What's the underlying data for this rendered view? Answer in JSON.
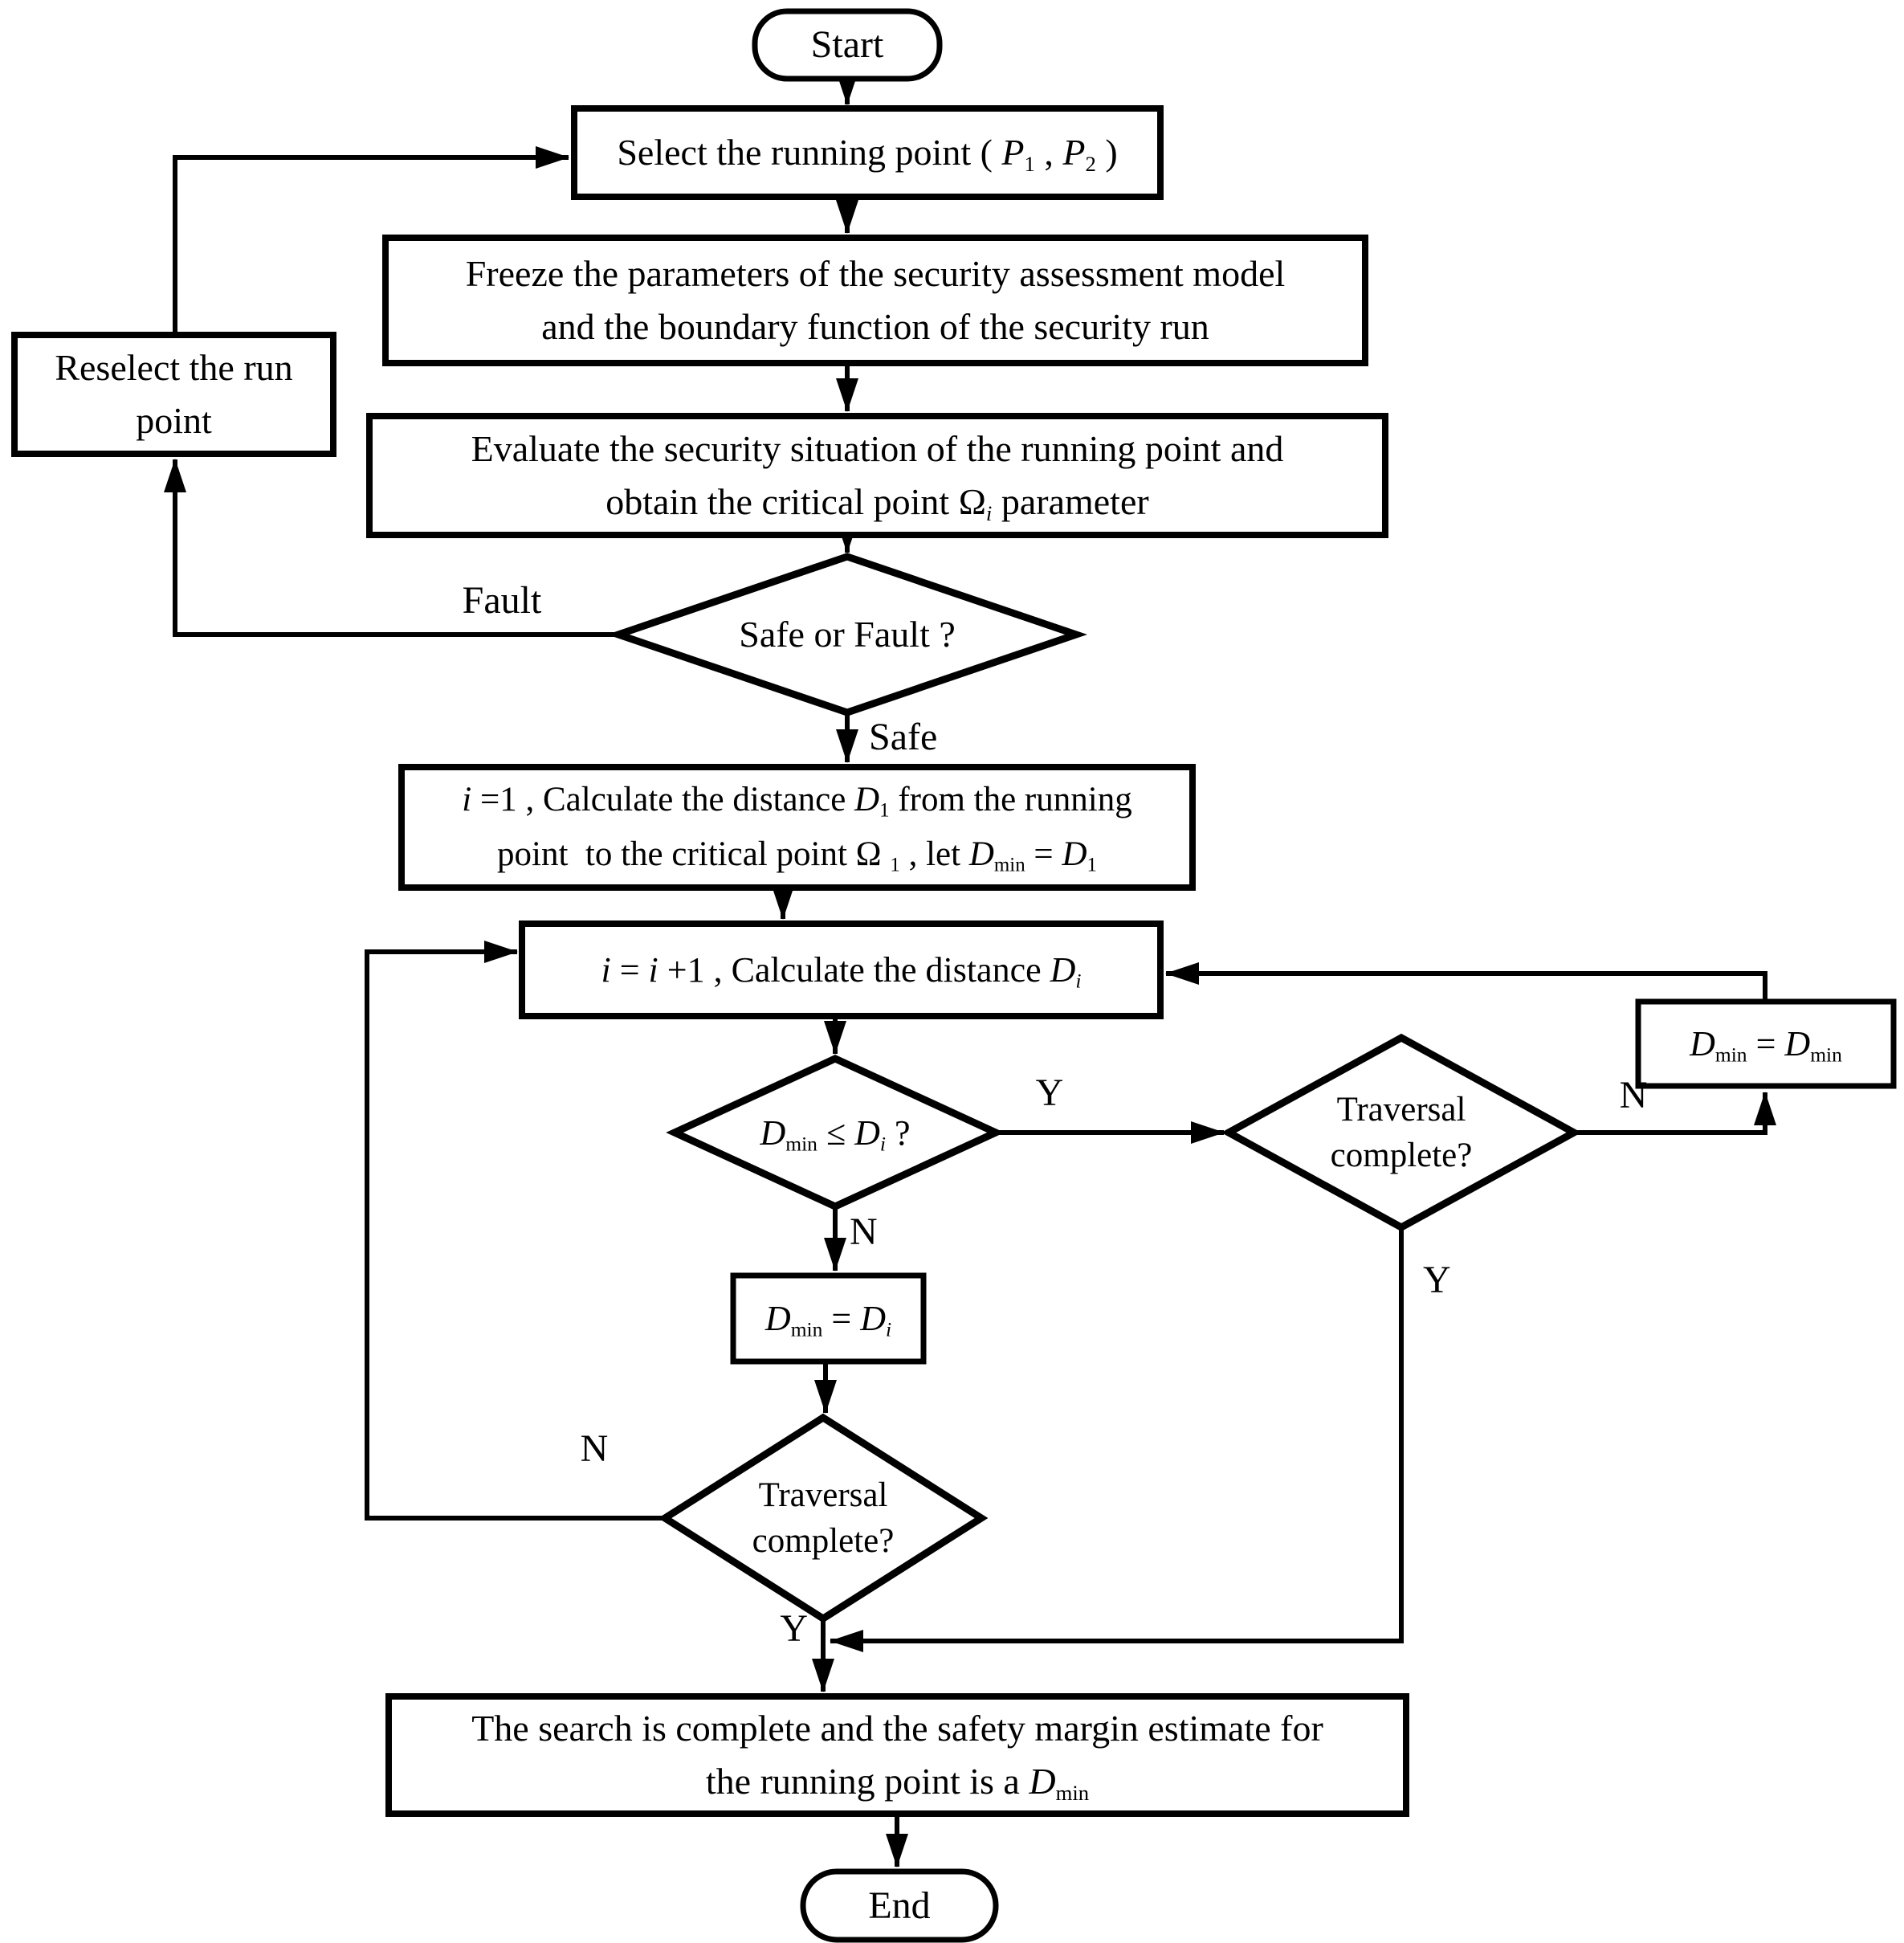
{
  "figure": {
    "type": "flowchart",
    "background": "#ffffff",
    "stroke_color": "#000000",
    "nodes": {
      "start": {
        "shape": "terminator",
        "lines": [
          [
            {
              "t": "Start"
            }
          ]
        ]
      },
      "select": {
        "shape": "process",
        "lines": [
          [
            {
              "t": "Select the running point ( "
            },
            {
              "t": "P",
              "i": true
            },
            {
              "t": "1",
              "s": true
            },
            {
              "t": " , "
            },
            {
              "t": "P",
              "i": true
            },
            {
              "t": "2",
              "s": true
            },
            {
              "t": " )"
            }
          ]
        ]
      },
      "freeze": {
        "shape": "process",
        "lines": [
          [
            {
              "t": "Freeze the parameters of the security assessment model"
            }
          ],
          [
            {
              "t": "and the boundary function of the security run"
            }
          ]
        ]
      },
      "reselect": {
        "shape": "process",
        "lines": [
          [
            {
              "t": "Reselect the run"
            }
          ],
          [
            {
              "t": "point"
            }
          ]
        ]
      },
      "evaluate": {
        "shape": "process",
        "lines": [
          [
            {
              "t": "Evaluate the security situation of the running point and"
            }
          ],
          [
            {
              "t": "obtain the critical point Ω"
            },
            {
              "t": "i",
              "s": true,
              "i": true
            },
            {
              "t": " parameter"
            }
          ]
        ]
      },
      "safe_fault": {
        "shape": "decision",
        "lines": [
          [
            {
              "t": "Safe or Fault ?"
            }
          ]
        ]
      },
      "init_distance": {
        "shape": "process",
        "lines": [
          [
            {
              "t": "i",
              "i": true
            },
            {
              "t": " =1 , Calculate the distance "
            },
            {
              "t": "D",
              "i": true
            },
            {
              "t": "1",
              "s": true
            },
            {
              "t": " from the running"
            }
          ],
          [
            {
              "t": "point  to the critical point Ω "
            },
            {
              "t": "1",
              "s": true
            },
            {
              "t": " , let "
            },
            {
              "t": "D",
              "i": true
            },
            {
              "t": "min",
              "s": true
            },
            {
              "t": " = "
            },
            {
              "t": "D",
              "i": true
            },
            {
              "t": "1",
              "s": true
            }
          ]
        ]
      },
      "increment": {
        "shape": "process",
        "lines": [
          [
            {
              "t": "i",
              "i": true
            },
            {
              "t": " = "
            },
            {
              "t": "i",
              "i": true
            },
            {
              "t": " +1 , Calculate the distance "
            },
            {
              "t": "D",
              "i": true
            },
            {
              "t": "i",
              "s": true,
              "i": true
            }
          ]
        ]
      },
      "compare": {
        "shape": "decision",
        "lines": [
          [
            {
              "t": "D",
              "i": true
            },
            {
              "t": "min",
              "s": true
            },
            {
              "t": " ≤ "
            },
            {
              "t": "D",
              "i": true
            },
            {
              "t": "i",
              "s": true,
              "i": true
            },
            {
              "t": " ?"
            }
          ]
        ]
      },
      "update_min": {
        "shape": "process",
        "lines": [
          [
            {
              "t": "D",
              "i": true
            },
            {
              "t": "min",
              "s": true
            },
            {
              "t": " = "
            },
            {
              "t": "D",
              "i": true
            },
            {
              "t": "i",
              "s": true,
              "i": true
            }
          ]
        ]
      },
      "traversal_left": {
        "shape": "decision",
        "lines": [
          [
            {
              "t": "Traversal"
            }
          ],
          [
            {
              "t": "complete?"
            }
          ]
        ]
      },
      "traversal_right": {
        "shape": "decision",
        "lines": [
          [
            {
              "t": "Traversal"
            }
          ],
          [
            {
              "t": "complete?"
            }
          ]
        ]
      },
      "keep_min": {
        "shape": "process",
        "lines": [
          [
            {
              "t": "D",
              "i": true
            },
            {
              "t": "min",
              "s": true
            },
            {
              "t": " = "
            },
            {
              "t": "D",
              "i": true
            },
            {
              "t": "min",
              "s": true
            }
          ]
        ]
      },
      "finish": {
        "shape": "process",
        "lines": [
          [
            {
              "t": "The search is complete and the safety margin estimate for"
            }
          ],
          [
            {
              "t": "the running point is a "
            },
            {
              "t": "D",
              "i": true
            },
            {
              "t": "min",
              "s": true
            }
          ]
        ]
      },
      "end": {
        "shape": "terminator",
        "lines": [
          [
            {
              "t": "End"
            }
          ]
        ]
      }
    },
    "edge_labels": {
      "fault": "Fault",
      "safe": "Safe",
      "compare_yes": "Y",
      "compare_no": "N",
      "traversal_left_no": "N",
      "traversal_left_yes": "Y",
      "traversal_right_no": "N",
      "traversal_right_yes": "Y"
    }
  }
}
